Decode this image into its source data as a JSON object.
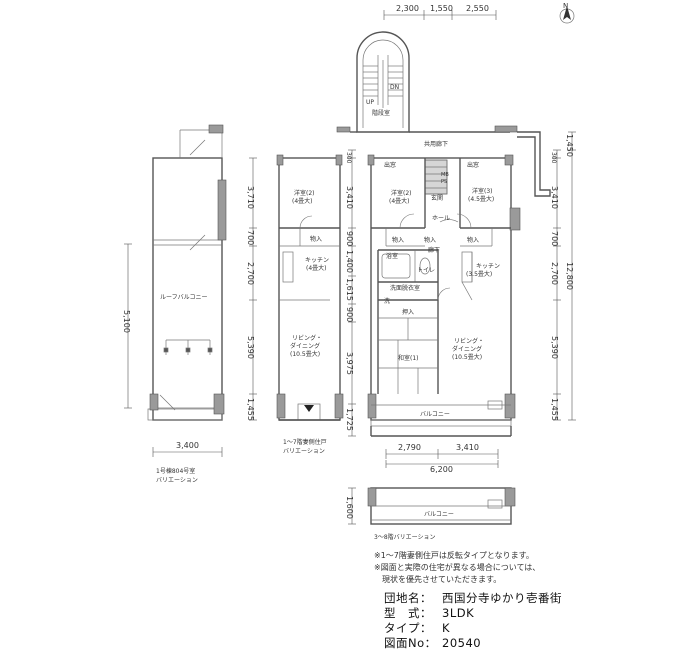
{
  "top_dims": [
    "2,300",
    "1,550",
    "2,550"
  ],
  "north": "N",
  "stair": {
    "up": "UP",
    "dn": "DN",
    "label": "階段室"
  },
  "corridor": "共用廊下",
  "rooms_main": {
    "window1": "出窓",
    "window2": "出窓",
    "western2": "洋室(2)",
    "western2_size": "(4畳大)",
    "western3": "洋室(3)",
    "western3_size": "(4.5畳大)",
    "mb": "MB",
    "ps": "PS",
    "entrance": "玄関",
    "hall": "ホール",
    "storage1": "物入",
    "storage2": "物入",
    "storage3": "物入",
    "bath": "浴室",
    "toilet": "トイレ",
    "hallway": "廊下",
    "kitchen": "キッチン",
    "kitchen_size": "(3.5畳大)",
    "washroom": "洗面脱衣室",
    "wash": "洗",
    "closet": "押入",
    "japanese": "和室(1)",
    "living": "リビング・",
    "dining": "ダイニング",
    "living_size": "(10.5畳大)",
    "balcony": "バルコニー"
  },
  "rooms_variant": {
    "western2": "洋室(2)",
    "western2_size": "(4畳大)",
    "storage": "物入",
    "kitchen": "キッチン",
    "kitchen_size": "(4畳大)",
    "living": "リビング・",
    "dining": "ダイニング",
    "living_size": "(10.5畳大)",
    "caption1": "1～7階妻側住戸",
    "caption2": "バリエーション"
  },
  "rooms_roof": {
    "roof_balcony": "ルーフバルコニー",
    "caption1": "1号棟804号室",
    "caption2": "バリエーション"
  },
  "lower": {
    "balcony": "バルコニー",
    "caption": "3～8階バリエーション"
  },
  "dims": {
    "left_vertical": "5,100",
    "left_bottom": "3,400",
    "var_vert": [
      "3,710",
      "700",
      "2,700",
      "5,390",
      "1,455"
    ],
    "main_left": [
      "300",
      "3,410",
      "900",
      "1,400",
      "1,615",
      "900",
      "3,975",
      "1,725"
    ],
    "main_right": [
      "300",
      "3,410",
      "700",
      "2,700",
      "5,390",
      "1,455"
    ],
    "main_right_total_top": "1,450",
    "main_right_total": "12,800",
    "bottom": [
      "2,790",
      "3,410"
    ],
    "bottom_total": "6,200",
    "lower_vert": "1,600"
  },
  "notes": [
    "※1～7階妻側住戸は反転タイプとなります。",
    "※図面と実際の住宅が異なる場合については、",
    "　現状を優先させていただきます。"
  ],
  "info": [
    {
      "key": "団地名：",
      "value": "西国分寺ゆかり壱番街"
    },
    {
      "key": "型　式：",
      "value": "3LDK"
    },
    {
      "key": "タイプ：",
      "value": "K"
    },
    {
      "key": "図面No：",
      "value": "20540"
    }
  ]
}
